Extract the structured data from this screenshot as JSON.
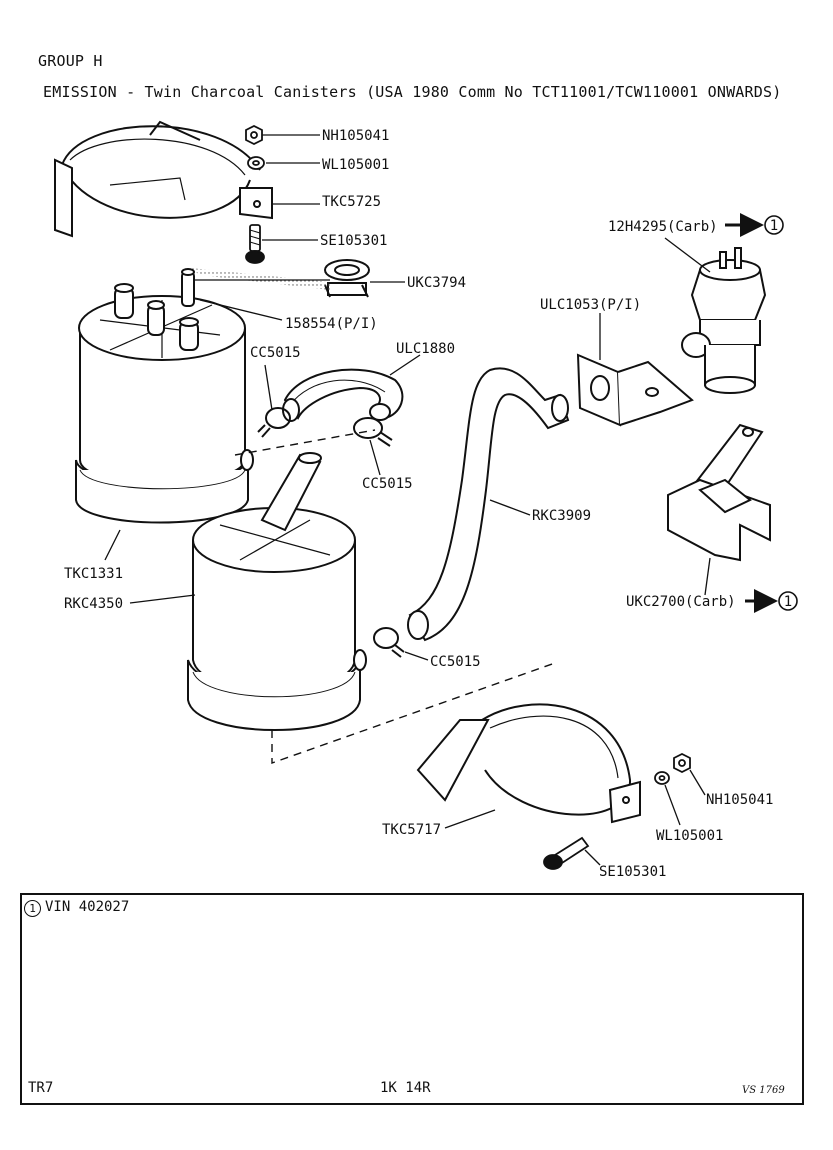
{
  "header": {
    "group": "GROUP H",
    "title": "EMISSION - Twin Charcoal Canisters (USA 1980 Comm No TCT11001/TCW110001 ONWARDS)"
  },
  "parts": {
    "nut_top": "NH105041",
    "washer_top": "WL105001",
    "clamp_top": "TKC5725",
    "screw_top": "SE105301",
    "hose_clip_top": "UKC3794",
    "pipe_top": "158554(P/I)",
    "clip_a": "CC5015",
    "hose_short": "ULC1880",
    "clip_b": "CC5015",
    "canister_top": "TKC1331",
    "canister_bottom": "RKC4350",
    "hose_long": "RKC3909",
    "clip_c": "CC5015",
    "valve": "12H4295(Carb)",
    "bracket_a": "ULC1053(P/I)",
    "bracket_b": "UKC2700(Carb)",
    "clamp_bottom": "TKC5717",
    "nut_bottom": "NH105041",
    "washer_bottom": "WL105001",
    "screw_bottom": "SE105301"
  },
  "note_marker": "1",
  "note": {
    "text": "VIN 402027"
  },
  "footer": {
    "model": "TR7",
    "ref": "1K 14R",
    "sig": "VS 1769"
  }
}
